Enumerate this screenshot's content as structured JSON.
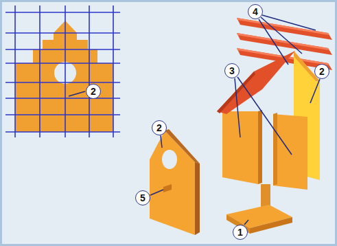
{
  "diagram": {
    "nodes": [
      {
        "text": [
          "4"
        ]
      },
      {
        "text": [
          "3"
        ]
      },
      {
        "text": [
          "2"
        ]
      },
      {
        "text": [
          "2"
        ]
      },
      {
        "text": [
          "2"
        ]
      },
      {
        "text": [
          "5"
        ]
      },
      {
        "text": [
          "1"
        ]
      }
    ]
  }
}
